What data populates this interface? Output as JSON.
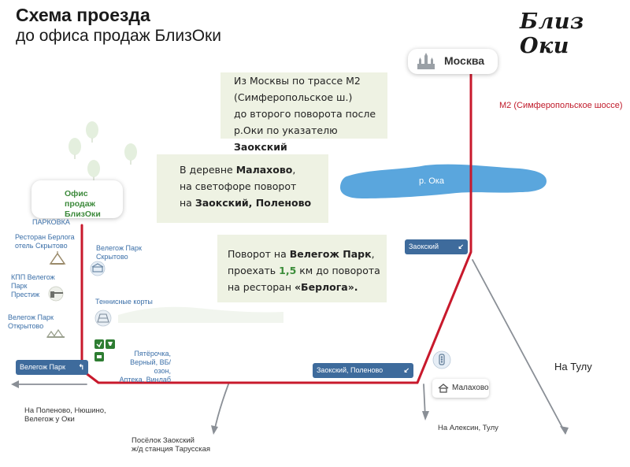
{
  "header": {
    "title": "Схема проезда",
    "subtitle": "до офиса продаж БлизОки",
    "logo": "Близ Оки"
  },
  "info": {
    "box1": {
      "line1": "Из Москвы по трассе М2",
      "line2": "(Симферопольское ш.)",
      "line3": "до второго поворота после",
      "line4_pre": "р.Оки по указателю ",
      "line4_bold": "Заокский"
    },
    "box2": {
      "line1_pre": "В деревне ",
      "line1_bold": "Малахово",
      "line1_post": ",",
      "line2": "на светофоре поворот",
      "line3_pre": "на ",
      "line3_bold": "Заокский, Поленово"
    },
    "box3": {
      "line1_pre": "Поворот на ",
      "line1_bold": "Велегож Парк",
      "line1_post": ",",
      "line2_pre": "проехать ",
      "line2_num": "1,5",
      "line2_post": " км до поворота",
      "line3_pre": "на ресторан ",
      "line3_bold": "«Берлога»."
    }
  },
  "places": {
    "moscow": "Москва",
    "m2": "М2 (Симферопольское шоссе)",
    "river": "р. Ока",
    "office": "Офис продаж БлизОки",
    "parking": "ПАРКОВКА",
    "malakhovo": "Малахово",
    "to_tula": "На Тулу"
  },
  "pois": {
    "restaurant": "Ресторан  Берлога",
    "hotel": "отель Скрытово",
    "kpp_line1": "КПП Велегож",
    "kpp_line2": "Парк",
    "kpp_line3": "Престиж",
    "velegozh_open_line1": "Велегож Парк",
    "velegozh_open_line2": "Открытово",
    "velegozh_hidden_line1": "Велегож Парк",
    "velegozh_hidden_line2": "Скрытово",
    "tennis": "Теннисные корты",
    "shops_line1": "Пятёрочка,",
    "shops_line2": "Верный, ВБ/озон,",
    "shops_line3": "Аптека, Винлаб"
  },
  "road_signs": {
    "zaokskiy": "Заокский",
    "zaokskiy_polenovo": "Заокский, Поленово",
    "velegozh_park": "Велегож Парк"
  },
  "directions": {
    "polenovo_line1": "На Поленово, Нюшино,",
    "polenovo_line2": "Велегож у Оки",
    "zaokskiy_line1": "Посёлок Заокский",
    "zaokskiy_line2": "ж/д станция Тарусская",
    "aleksin": "На Алексин, Тулу"
  },
  "colors": {
    "route": "#c8192c",
    "river": "#5aa6dd",
    "road": "#8a8f96",
    "accent_green": "#3d8a3c",
    "sign_blue": "#3e6b9c",
    "info_bg": "#eef2e3"
  }
}
